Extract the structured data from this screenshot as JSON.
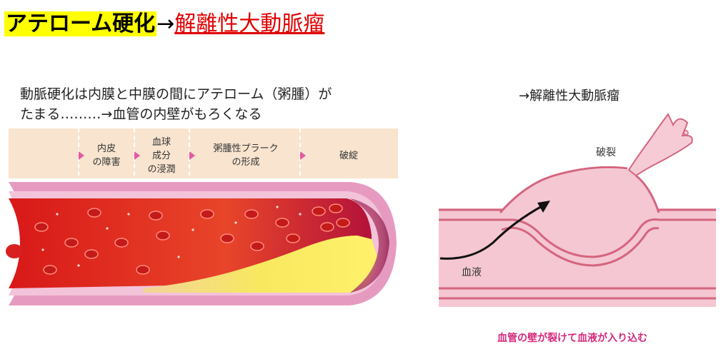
{
  "header": {
    "highlight": "アテローム硬化",
    "arrow": "→",
    "link": "解離性大動脈瘤"
  },
  "caption": {
    "line1": "動脈硬化は内膜と中膜の間にアテローム（粥腫）が",
    "line2": "たまる………→血管の内壁がもろくなる"
  },
  "stages": [
    {
      "line1": "内皮",
      "line2": "の障害",
      "line3": ""
    },
    {
      "line1": "血球",
      "line2": "成分",
      "line3": "の浸潤"
    },
    {
      "line1": "粥腫性プラーク",
      "line2": "の形成",
      "line3": ""
    },
    {
      "line1": "破綻",
      "line2": "",
      "line3": ""
    }
  ],
  "right": {
    "title": "→解離性大動脈瘤",
    "rupture_label": "破裂",
    "blood_label": "血液",
    "bottom_caption": "血管の壁が裂けて血液が入り込む"
  },
  "colors": {
    "highlight": "#ffff00",
    "link": "#e00000",
    "vessel_wall": "#e79ac0",
    "blood": "#e02020",
    "plaque": "#f5e84a",
    "right_vessel": "#f2c4cf",
    "caption_pink": "#d4287c"
  }
}
